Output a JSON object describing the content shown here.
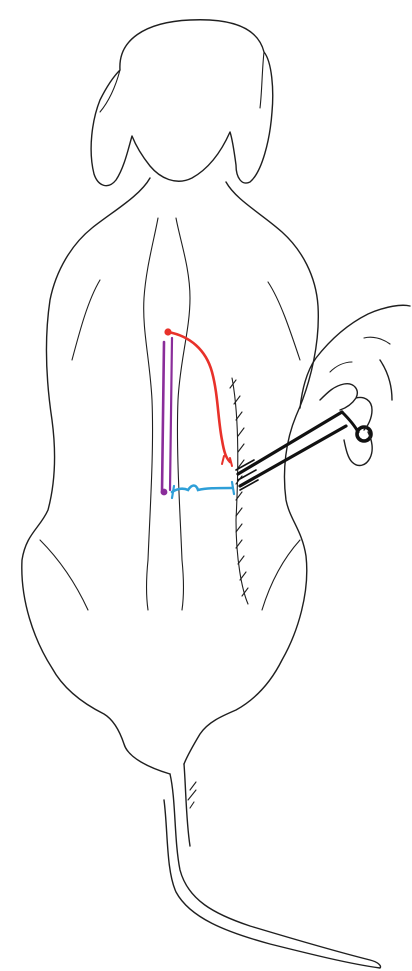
{
  "figure": {
    "subject": "dog-dorsal-view-surgical-illustration",
    "colors": {
      "background": "#ffffff",
      "outline": "#1f1f1f",
      "red_vessel": "#e8312a",
      "purple_vessel": "#8a2d9a",
      "blue_vessel": "#2e9fd8",
      "forceps": "#111111"
    },
    "elements": [
      "dog-outline",
      "red-vessel",
      "purple-vessel",
      "blue-vessel",
      "forceps",
      "hand"
    ]
  }
}
